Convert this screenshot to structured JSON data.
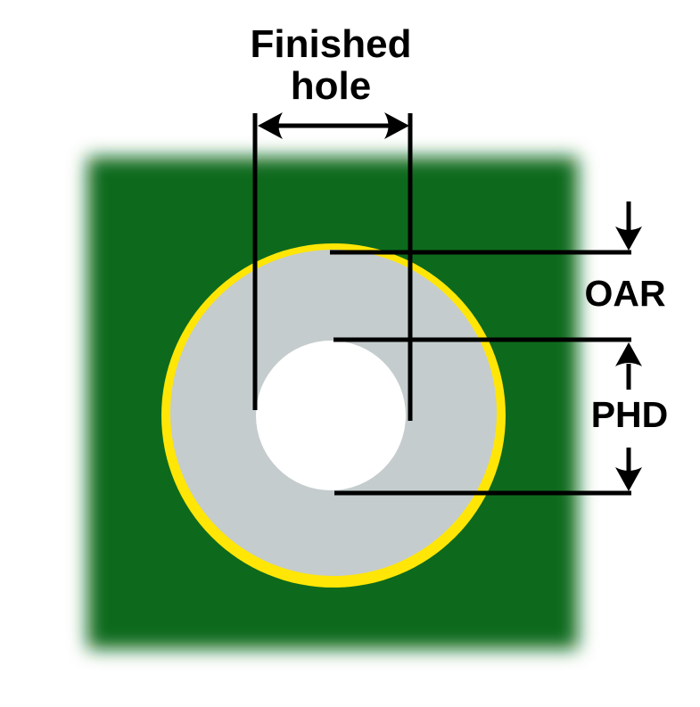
{
  "diagram": {
    "title_line1": "Finished",
    "title_line2": "hole",
    "oar_label": "OAR",
    "phd_label": "PHD"
  },
  "colors": {
    "board_green": "#0e6a1b",
    "ring_yellow": "#ffe606",
    "pad_gray": "#c5cccd",
    "hole_white": "#ffffff",
    "ink_black": "#000000"
  }
}
